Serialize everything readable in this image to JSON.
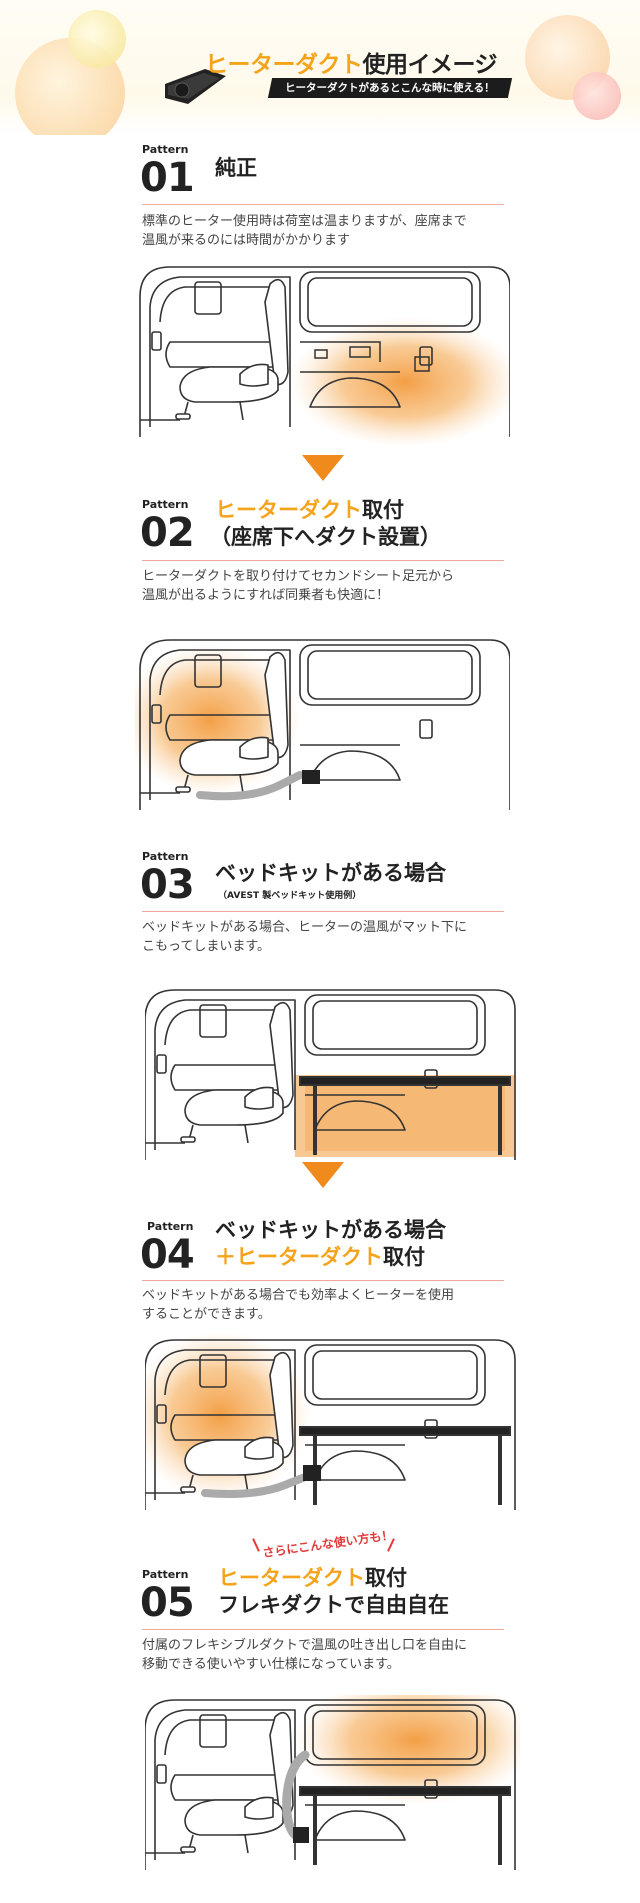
{
  "header": {
    "title_accent": "ヒーターダクト",
    "title_rest": "使用イメージ",
    "subtitle": "ヒーターダクトがあるとこんな時に使える！",
    "duct_icon": "heater-duct-product"
  },
  "colors": {
    "accent": "#f4a31a",
    "arrow": "#f08a1c",
    "heat": "#f39a3c",
    "separator": "#f0a79c",
    "tag": "#e23a3a"
  },
  "sections": [
    {
      "label": "Pattern",
      "number": "01",
      "title": "純正",
      "desc_line1": "標準のヒーター使用時は荷室は温まりますが、座席まで",
      "desc_line2": "温風が来るのには時間がかかります"
    },
    {
      "label": "Pattern",
      "number": "02",
      "title_accent": "ヒーターダクト",
      "title_rest": "取付",
      "title_line2": "（座席下へダクト設置）",
      "desc_line1": "ヒーターダクトを取り付けてセカンドシート足元から",
      "desc_line2": "温風が出るようにすれば同乗者も快適に！"
    },
    {
      "label": "Pattern",
      "number": "03",
      "title": "ベッドキットがある場合",
      "note": "（AVEST 製ベッドキット使用例）",
      "desc_line1": "ベッドキットがある場合、ヒーターの温風がマット下に",
      "desc_line2": "こもってしまいます。"
    },
    {
      "label": "Pattern",
      "number": "04",
      "title": "ベッドキットがある場合",
      "title2_prefix": "＋",
      "title2_accent": "ヒーターダクト",
      "title2_rest": "取付",
      "desc_line1": "ベッドキットがある場合でも効率よくヒーターを使用",
      "desc_line2": "することができます。"
    },
    {
      "label": "Pattern",
      "number": "05",
      "tag": "さらにこんな使い方も！",
      "title_accent": "ヒーターダクト",
      "title_rest": "取付",
      "title_line2": "フレキダクトで自由自在",
      "desc_line1": "付属のフレキシブルダクトで温風の吐き出し口を自由に",
      "desc_line2": "移動できる使いやすい仕様になっています。"
    }
  ]
}
